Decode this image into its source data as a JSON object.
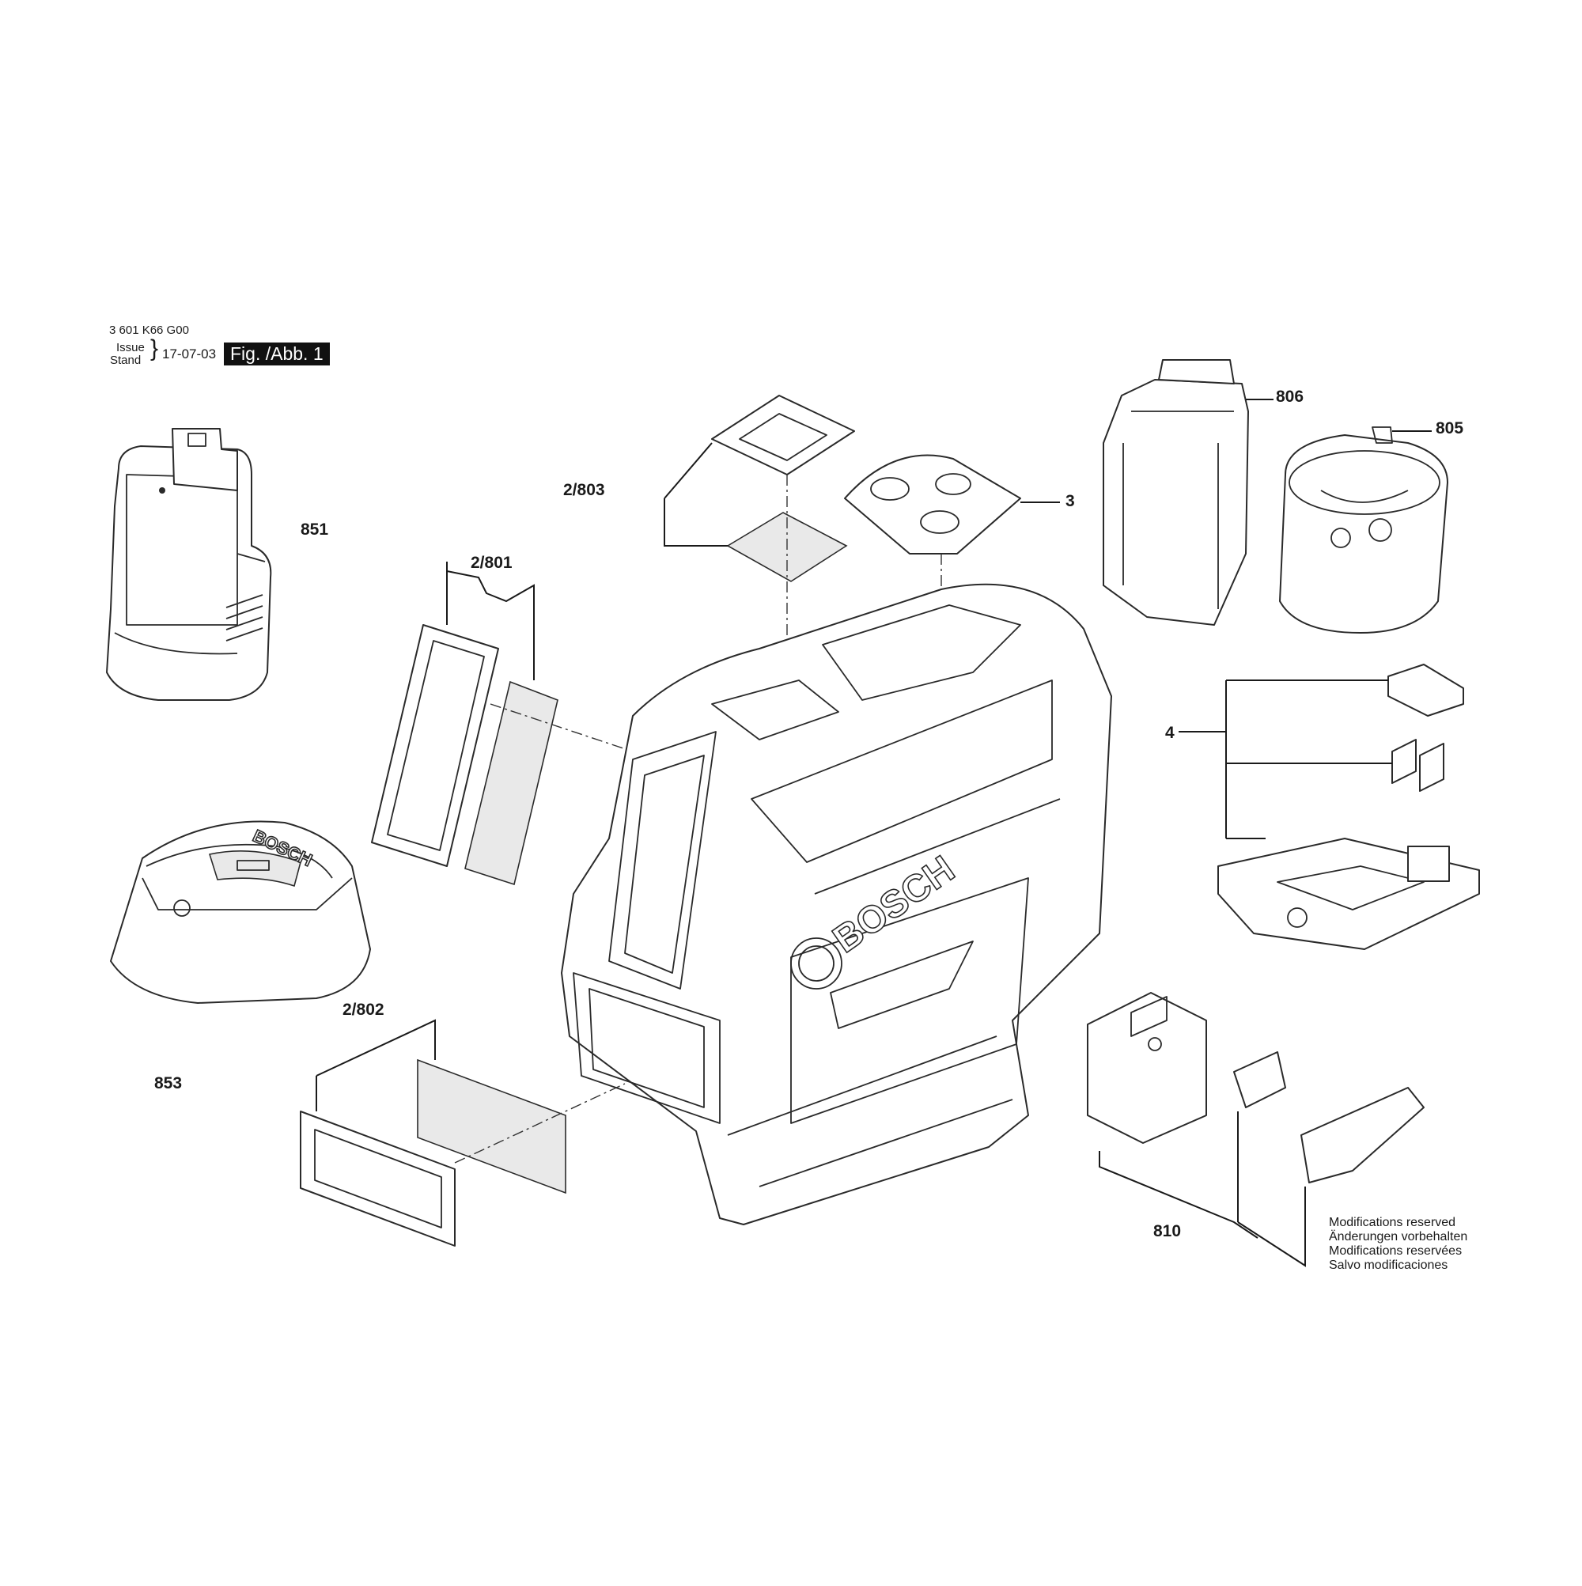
{
  "header": {
    "part_number": "3 601 K66 G00",
    "issue_label": "Issue",
    "stand_label": "Stand",
    "date": "17-07-03",
    "figure_badge": "Fig. /Abb. 1"
  },
  "callouts": {
    "c851": "851",
    "c853": "853",
    "c2_801": "2/801",
    "c2_802": "2/802",
    "c2_803": "2/803",
    "c3": "3",
    "c806": "806",
    "c805": "805",
    "c4": "4",
    "c810": "810"
  },
  "logos": {
    "main_body": "BOSCH",
    "charger": "BOSCH"
  },
  "notes": {
    "line1": "Modifications reserved",
    "line2": "Änderungen vorbehalten",
    "line3": "Modifications reservées",
    "line4": "Salvo modificaciones"
  }
}
